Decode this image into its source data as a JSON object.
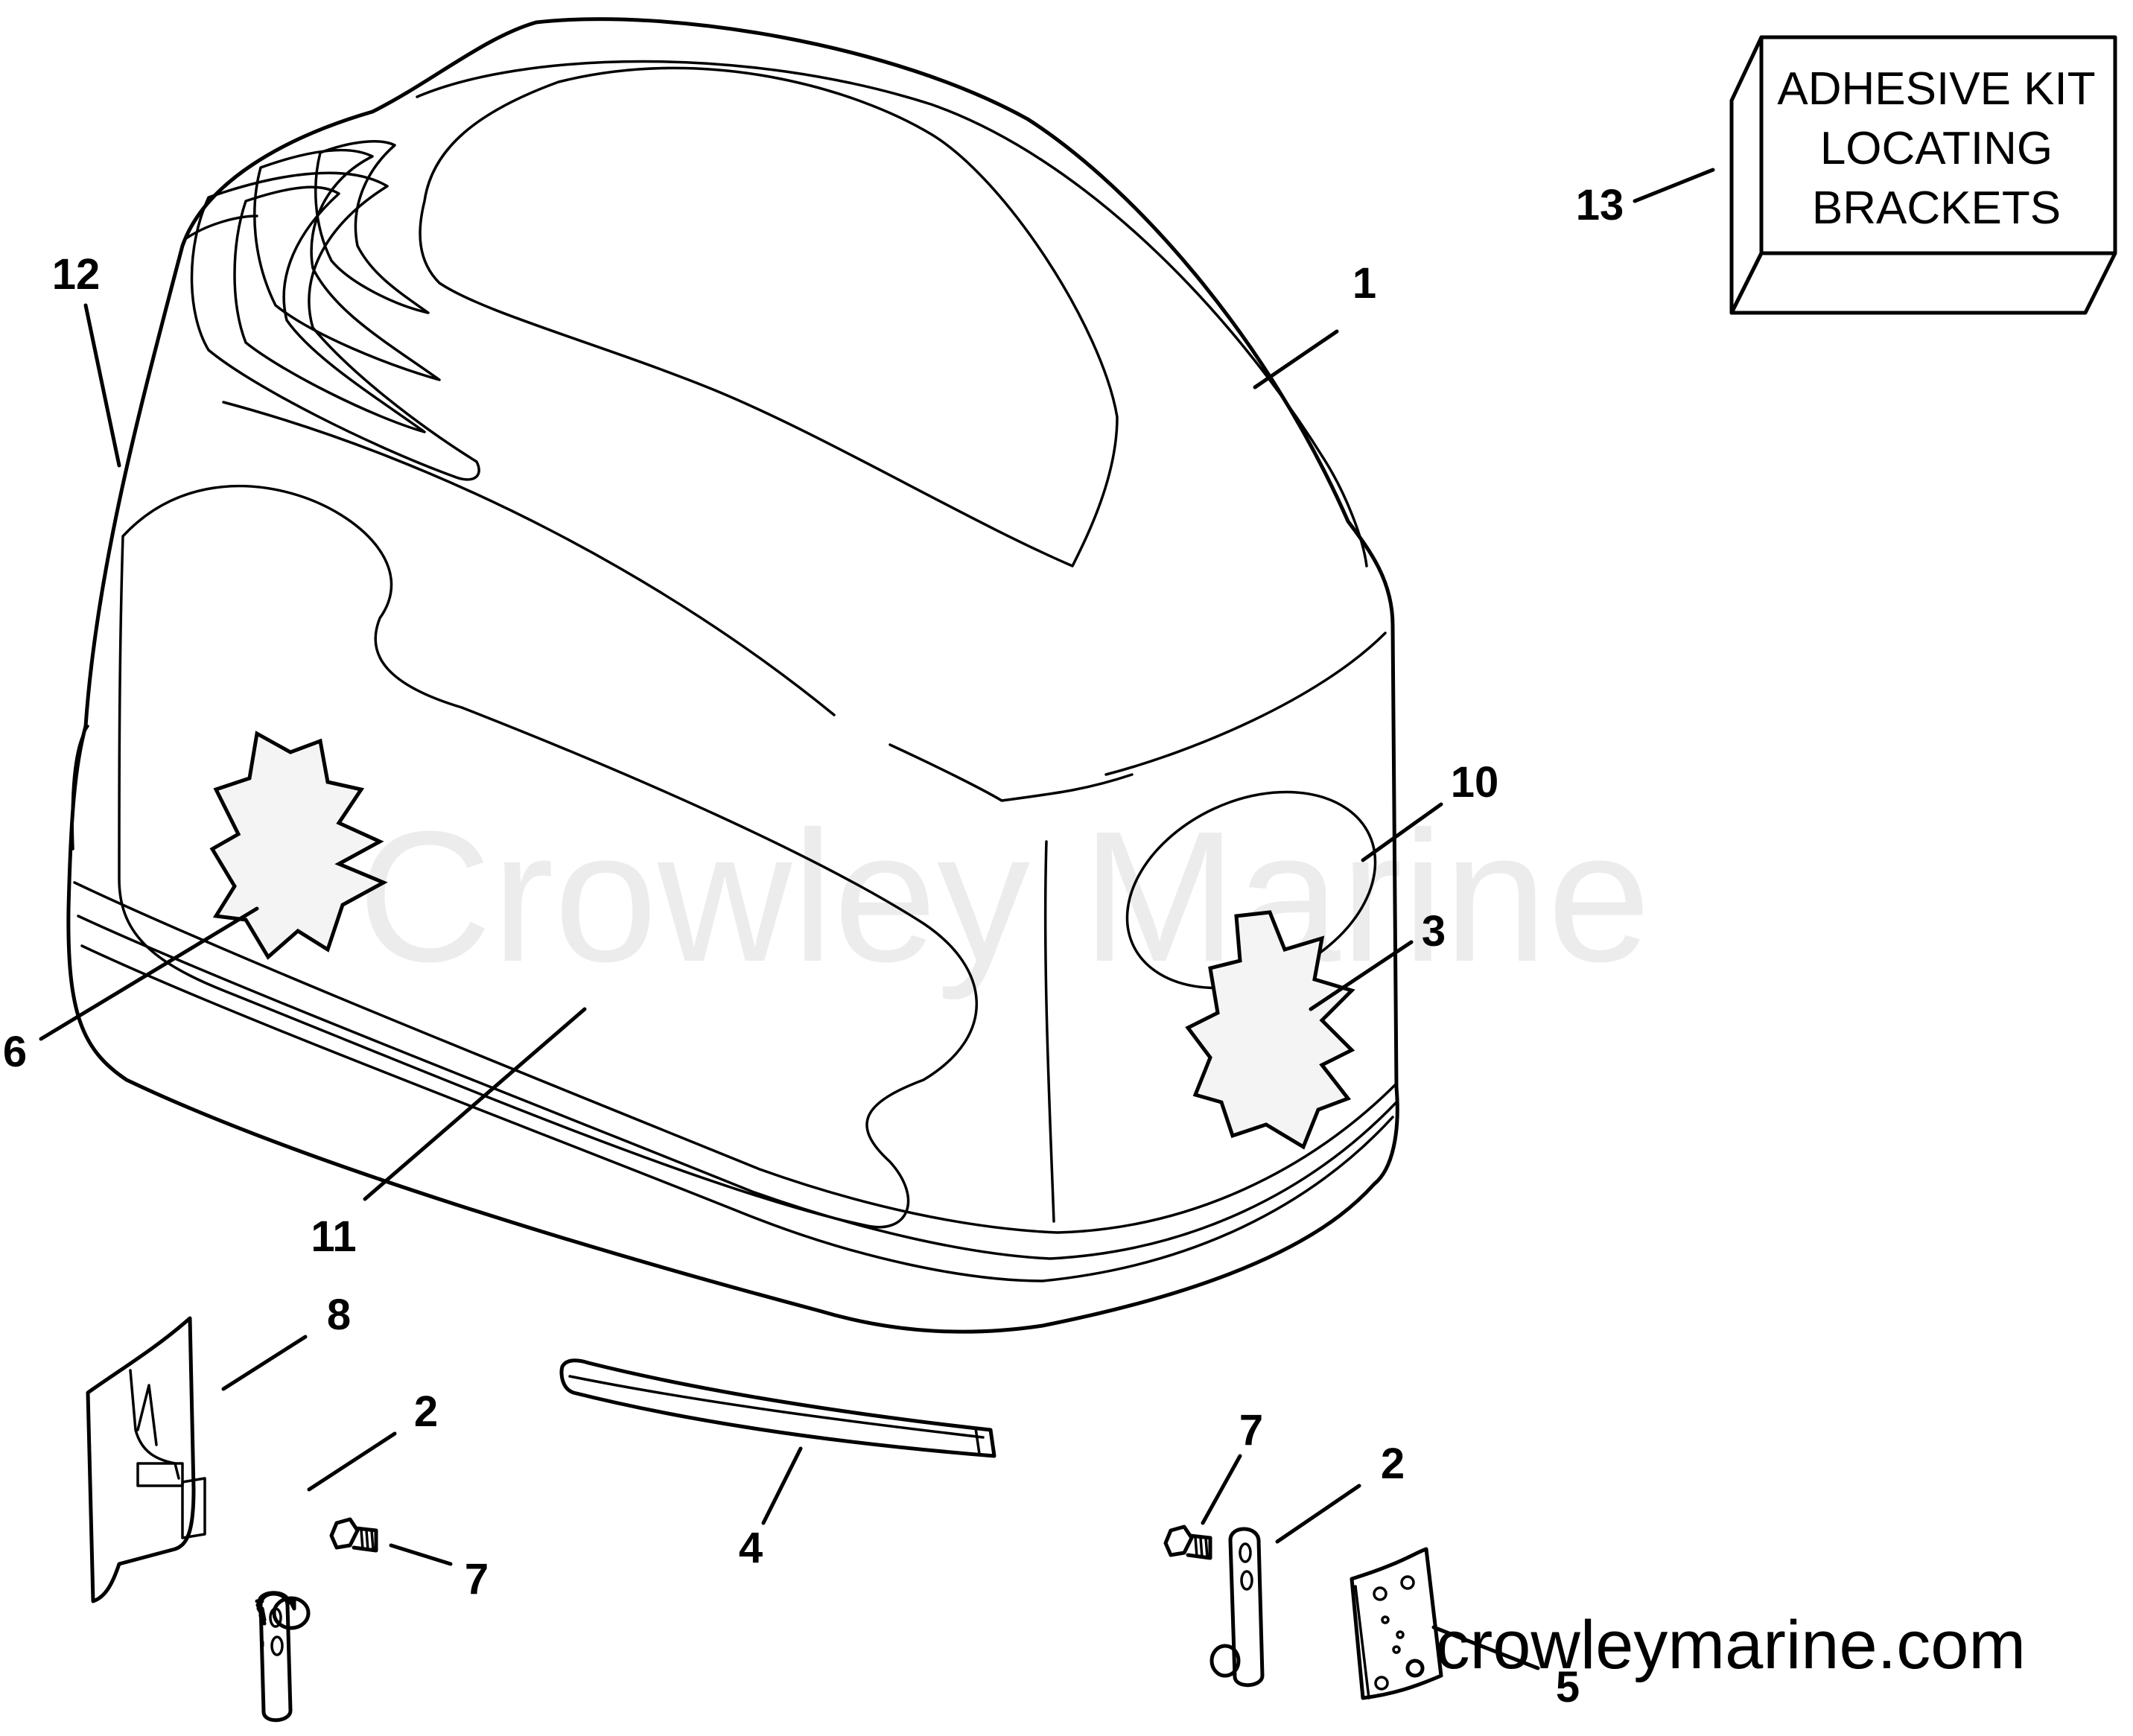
{
  "watermark": "Crowley Marine",
  "website": "crowleymarine.com",
  "kit_box": {
    "lines": [
      "ADHESIVE KIT",
      "LOCATING",
      "BRACKETS"
    ]
  },
  "callouts": {
    "c1": "1",
    "c2a": "2",
    "c2b": "2",
    "c3": "3",
    "c4": "4",
    "c5": "5",
    "c6": "6",
    "c7a": "7",
    "c7b": "7",
    "c8": "8",
    "c10": "10",
    "c11": "11",
    "c12": "12",
    "c13": "13"
  }
}
